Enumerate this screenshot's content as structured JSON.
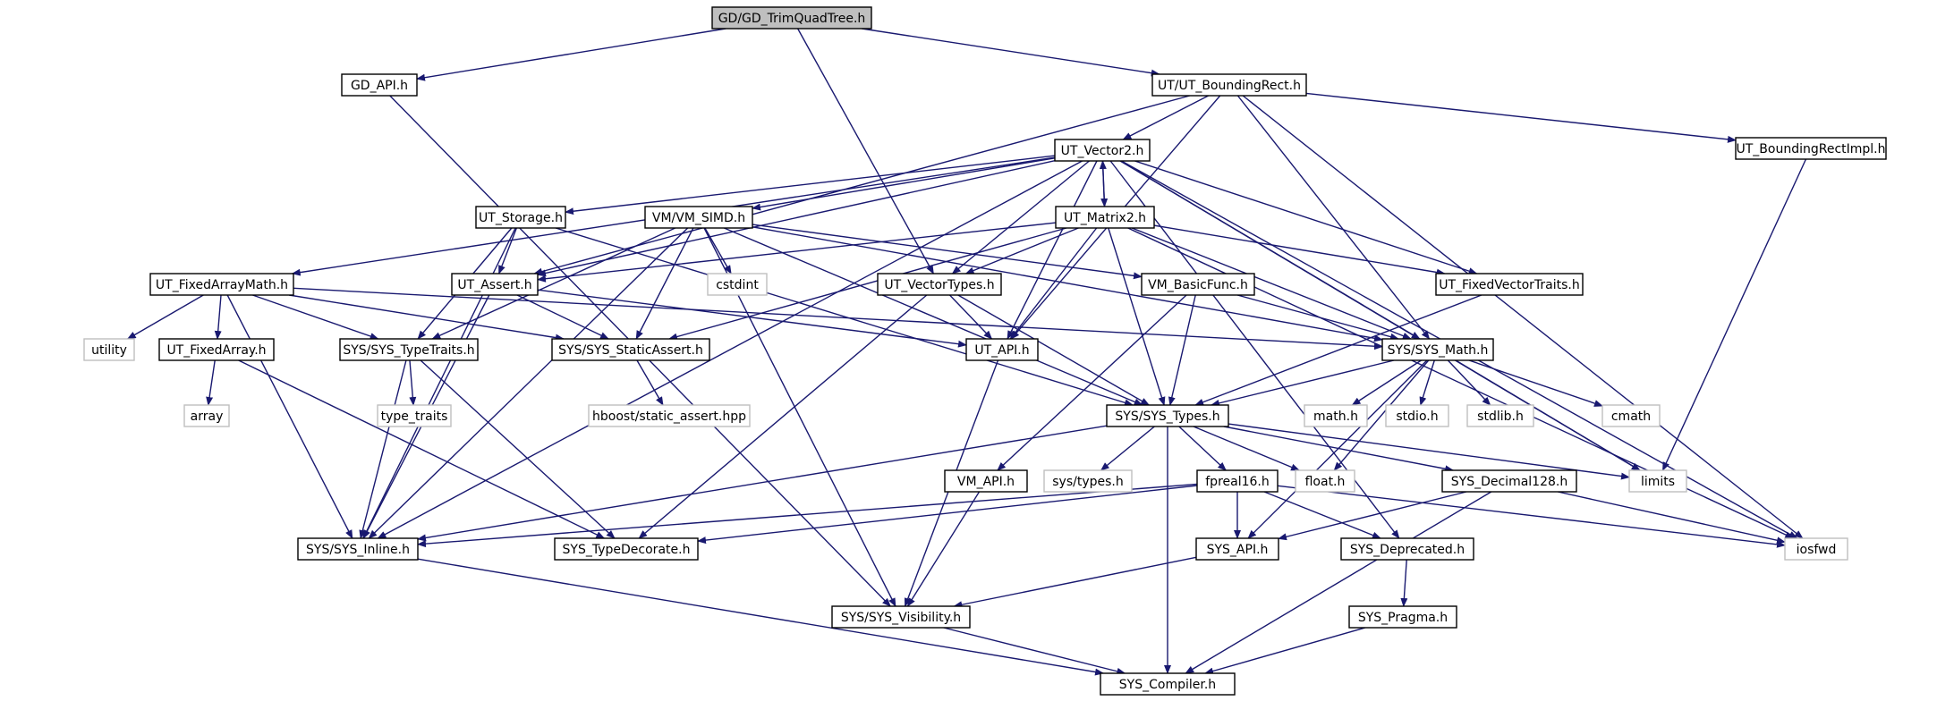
{
  "title": "GD/GD_TrimQuadTree.h include dependency graph",
  "edge_color": "#191970",
  "nodes": [
    {
      "id": "root",
      "label": "GD/GD_TrimQuadTree.h",
      "kind": "root"
    },
    {
      "id": "gdapi",
      "label": "GD_API.h",
      "kind": "internal"
    },
    {
      "id": "bndrect",
      "label": "UT/UT_BoundingRect.h",
      "kind": "internal"
    },
    {
      "id": "vec2",
      "label": "UT_Vector2.h",
      "kind": "internal"
    },
    {
      "id": "bndimpl",
      "label": "UT_BoundingRectImpl.h",
      "kind": "internal"
    },
    {
      "id": "storage",
      "label": "UT_Storage.h",
      "kind": "internal"
    },
    {
      "id": "simd",
      "label": "VM/VM_SIMD.h",
      "kind": "internal"
    },
    {
      "id": "matrix2",
      "label": "UT_Matrix2.h",
      "kind": "internal"
    },
    {
      "id": "fam",
      "label": "UT_FixedArrayMath.h",
      "kind": "internal"
    },
    {
      "id": "assert",
      "label": "UT_Assert.h",
      "kind": "internal"
    },
    {
      "id": "cstdint",
      "label": "cstdint",
      "kind": "external"
    },
    {
      "id": "vtypes",
      "label": "UT_VectorTypes.h",
      "kind": "internal"
    },
    {
      "id": "basicfunc",
      "label": "VM_BasicFunc.h",
      "kind": "internal"
    },
    {
      "id": "fvt",
      "label": "UT_FixedVectorTraits.h",
      "kind": "internal"
    },
    {
      "id": "utility",
      "label": "utility",
      "kind": "external"
    },
    {
      "id": "fixedarray",
      "label": "UT_FixedArray.h",
      "kind": "internal"
    },
    {
      "id": "typetraits",
      "label": "SYS/SYS_TypeTraits.h",
      "kind": "internal"
    },
    {
      "id": "staticassert",
      "label": "SYS/SYS_StaticAssert.h",
      "kind": "internal"
    },
    {
      "id": "utapi",
      "label": "UT_API.h",
      "kind": "internal"
    },
    {
      "id": "sysmath",
      "label": "SYS/SYS_Math.h",
      "kind": "internal"
    },
    {
      "id": "array",
      "label": "array",
      "kind": "external"
    },
    {
      "id": "type_traits",
      "label": "type_traits",
      "kind": "external"
    },
    {
      "id": "hboost",
      "label": "hboost/static_assert.hpp",
      "kind": "external"
    },
    {
      "id": "systypes",
      "label": "SYS/SYS_Types.h",
      "kind": "internal"
    },
    {
      "id": "mathh",
      "label": "math.h",
      "kind": "external"
    },
    {
      "id": "stdio",
      "label": "stdio.h",
      "kind": "external"
    },
    {
      "id": "stdlib",
      "label": "stdlib.h",
      "kind": "external"
    },
    {
      "id": "cmath",
      "label": "cmath",
      "kind": "external"
    },
    {
      "id": "vmapi",
      "label": "VM_API.h",
      "kind": "internal"
    },
    {
      "id": "systypesh",
      "label": "sys/types.h",
      "kind": "external"
    },
    {
      "id": "fpreal16",
      "label": "fpreal16.h",
      "kind": "internal"
    },
    {
      "id": "floath",
      "label": "float.h",
      "kind": "external"
    },
    {
      "id": "dec128",
      "label": "SYS_Decimal128.h",
      "kind": "internal"
    },
    {
      "id": "limits",
      "label": "limits",
      "kind": "external"
    },
    {
      "id": "inline",
      "label": "SYS/SYS_Inline.h",
      "kind": "internal"
    },
    {
      "id": "typedecorate",
      "label": "SYS_TypeDecorate.h",
      "kind": "internal"
    },
    {
      "id": "sysapi",
      "label": "SYS_API.h",
      "kind": "internal"
    },
    {
      "id": "deprecated",
      "label": "SYS_Deprecated.h",
      "kind": "internal"
    },
    {
      "id": "iosfwd",
      "label": "iosfwd",
      "kind": "external"
    },
    {
      "id": "visibility",
      "label": "SYS/SYS_Visibility.h",
      "kind": "internal"
    },
    {
      "id": "pragma",
      "label": "SYS_Pragma.h",
      "kind": "internal"
    },
    {
      "id": "compiler",
      "label": "SYS_Compiler.h",
      "kind": "internal"
    }
  ],
  "edges": [
    [
      "root",
      "gdapi"
    ],
    [
      "root",
      "bndrect"
    ],
    [
      "root",
      "vtypes"
    ],
    [
      "gdapi",
      "visibility"
    ],
    [
      "bndrect",
      "vec2"
    ],
    [
      "bndrect",
      "bndimpl"
    ],
    [
      "bndrect",
      "assert"
    ],
    [
      "bndrect",
      "utapi"
    ],
    [
      "bndrect",
      "sysmath"
    ],
    [
      "bndrect",
      "iosfwd"
    ],
    [
      "vec2",
      "storage"
    ],
    [
      "vec2",
      "simd"
    ],
    [
      "vec2",
      "matrix2"
    ],
    [
      "vec2",
      "fam"
    ],
    [
      "vec2",
      "assert"
    ],
    [
      "vec2",
      "vtypes"
    ],
    [
      "vec2",
      "utapi"
    ],
    [
      "vec2",
      "fvt"
    ],
    [
      "vec2",
      "sysmath"
    ],
    [
      "vec2",
      "inline"
    ],
    [
      "vec2",
      "limits"
    ],
    [
      "vec2",
      "iosfwd"
    ],
    [
      "vec2",
      "deprecated"
    ],
    [
      "bndimpl",
      "limits"
    ],
    [
      "storage",
      "assert"
    ],
    [
      "storage",
      "typetraits"
    ],
    [
      "storage",
      "systypes"
    ],
    [
      "storage",
      "inline"
    ],
    [
      "simd",
      "cstdint"
    ],
    [
      "simd",
      "staticassert"
    ],
    [
      "simd",
      "basicfunc"
    ],
    [
      "simd",
      "systypes"
    ],
    [
      "simd",
      "sysmath"
    ],
    [
      "simd",
      "typetraits"
    ],
    [
      "simd",
      "inline"
    ],
    [
      "simd",
      "visibility"
    ],
    [
      "matrix2",
      "vec2"
    ],
    [
      "matrix2",
      "assert"
    ],
    [
      "matrix2",
      "vtypes"
    ],
    [
      "matrix2",
      "utapi"
    ],
    [
      "matrix2",
      "fvt"
    ],
    [
      "matrix2",
      "sysmath"
    ],
    [
      "matrix2",
      "systypes"
    ],
    [
      "matrix2",
      "staticassert"
    ],
    [
      "matrix2",
      "iosfwd"
    ],
    [
      "fam",
      "utility"
    ],
    [
      "fam",
      "fixedarray"
    ],
    [
      "fam",
      "typetraits"
    ],
    [
      "fam",
      "staticassert"
    ],
    [
      "fam",
      "sysmath"
    ],
    [
      "fam",
      "inline"
    ],
    [
      "assert",
      "staticassert"
    ],
    [
      "assert",
      "utapi"
    ],
    [
      "assert",
      "inline"
    ],
    [
      "vtypes",
      "utapi"
    ],
    [
      "vtypes",
      "systypes"
    ],
    [
      "vtypes",
      "typedecorate"
    ],
    [
      "basicfunc",
      "sysmath"
    ],
    [
      "basicfunc",
      "systypes"
    ],
    [
      "basicfunc",
      "vmapi"
    ],
    [
      "fvt",
      "systypes"
    ],
    [
      "fixedarray",
      "array"
    ],
    [
      "fixedarray",
      "typedecorate"
    ],
    [
      "typetraits",
      "type_traits"
    ],
    [
      "typetraits",
      "inline"
    ],
    [
      "typetraits",
      "typedecorate"
    ],
    [
      "staticassert",
      "hboost"
    ],
    [
      "utapi",
      "visibility"
    ],
    [
      "sysmath",
      "systypes"
    ],
    [
      "sysmath",
      "mathh"
    ],
    [
      "sysmath",
      "stdio"
    ],
    [
      "sysmath",
      "stdlib"
    ],
    [
      "sysmath",
      "cmath"
    ],
    [
      "sysmath",
      "floath"
    ],
    [
      "sysmath",
      "limits"
    ],
    [
      "sysmath",
      "sysapi"
    ],
    [
      "systypes",
      "systypesh"
    ],
    [
      "systypes",
      "fpreal16"
    ],
    [
      "systypes",
      "floath"
    ],
    [
      "systypes",
      "dec128"
    ],
    [
      "systypes",
      "limits"
    ],
    [
      "systypes",
      "inline"
    ],
    [
      "systypes",
      "compiler"
    ],
    [
      "vmapi",
      "visibility"
    ],
    [
      "fpreal16",
      "sysapi"
    ],
    [
      "fpreal16",
      "deprecated"
    ],
    [
      "fpreal16",
      "inline"
    ],
    [
      "fpreal16",
      "typedecorate"
    ],
    [
      "fpreal16",
      "iosfwd"
    ],
    [
      "dec128",
      "sysapi"
    ],
    [
      "dec128",
      "compiler"
    ],
    [
      "dec128",
      "iosfwd"
    ],
    [
      "inline",
      "compiler"
    ],
    [
      "sysapi",
      "visibility"
    ],
    [
      "deprecated",
      "pragma"
    ],
    [
      "visibility",
      "compiler"
    ],
    [
      "pragma",
      "compiler"
    ]
  ]
}
